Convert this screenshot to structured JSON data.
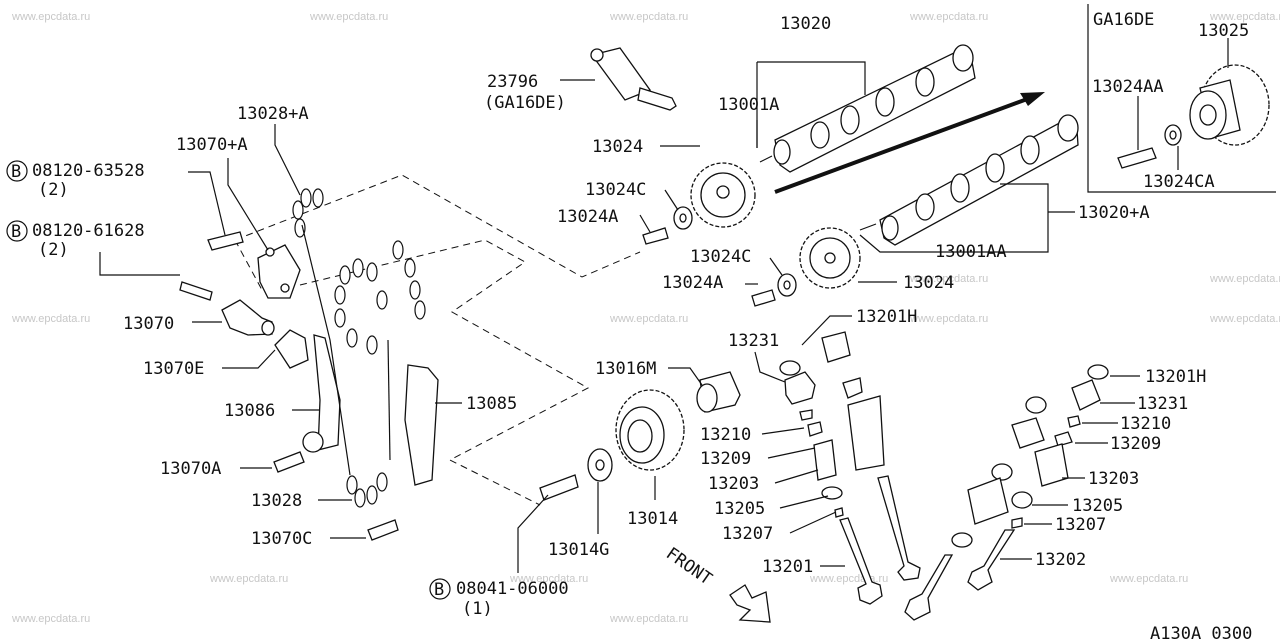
{
  "watermark": "www.epcdata.ru",
  "footer_code": "A130A 0300",
  "inset_title": "GA16DE",
  "front_label": "FRONT",
  "bolt_symbol": "B",
  "labels": {
    "p13020": "13020",
    "p23796": "23796",
    "p23796_note": "(GA16DE)",
    "p13001A": "13001A",
    "p13028A": "13028+A",
    "p13070A_plus": "13070+A",
    "b1_num": "08120-63528",
    "b1_qty": "(2)",
    "b2_num": "08120-61628",
    "b2_qty": "(2)",
    "p13024_top": "13024",
    "p13024C_top": "13024C",
    "p13024A_top": "13024A",
    "p13024C_mid": "13024C",
    "p13024A_mid": "13024A",
    "p13024_mid": "13024",
    "p13001AA": "13001AA",
    "p13020A": "13020+A",
    "p13070": "13070",
    "p13070E": "13070E",
    "p13086": "13086",
    "p13085": "13085",
    "p13070A": "13070A",
    "p13028": "13028",
    "p13070C": "13070C",
    "p13016M": "13016M",
    "p13014": "13014",
    "p13014G": "13014G",
    "b3_num": "08041-06000",
    "b3_qty": "(1)",
    "p13201H_a": "13201H",
    "p13231_a": "13231",
    "p13210_a": "13210",
    "p13209_a": "13209",
    "p13203_a": "13203",
    "p13205_a": "13205",
    "p13207_a": "13207",
    "p13201": "13201",
    "p13201H_b": "13201H",
    "p13231_b": "13231",
    "p13210_b": "13210",
    "p13209_b": "13209",
    "p13203_b": "13203",
    "p13205_b": "13205",
    "p13207_b": "13207",
    "p13202": "13202",
    "p13025": "13025",
    "p13024AA": "13024AA",
    "p13024CA": "13024CA"
  }
}
